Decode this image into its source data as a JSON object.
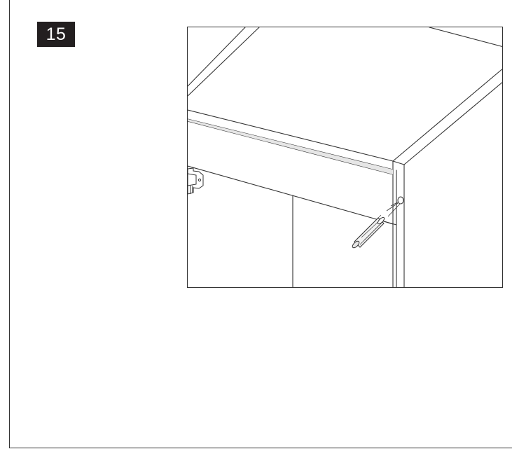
{
  "step": {
    "number": "15"
  },
  "figure": {
    "subject": "cabinet-assembly-illustration",
    "parts": [
      "top-panel",
      "front-rail",
      "side-panel",
      "door-left",
      "door-right",
      "hinge",
      "wooden-dowel",
      "dowel-hole"
    ]
  },
  "colors": {
    "ink": "#231f20",
    "line": "#333333",
    "paper": "#ffffff",
    "part_fill": "#f2f2f2"
  }
}
